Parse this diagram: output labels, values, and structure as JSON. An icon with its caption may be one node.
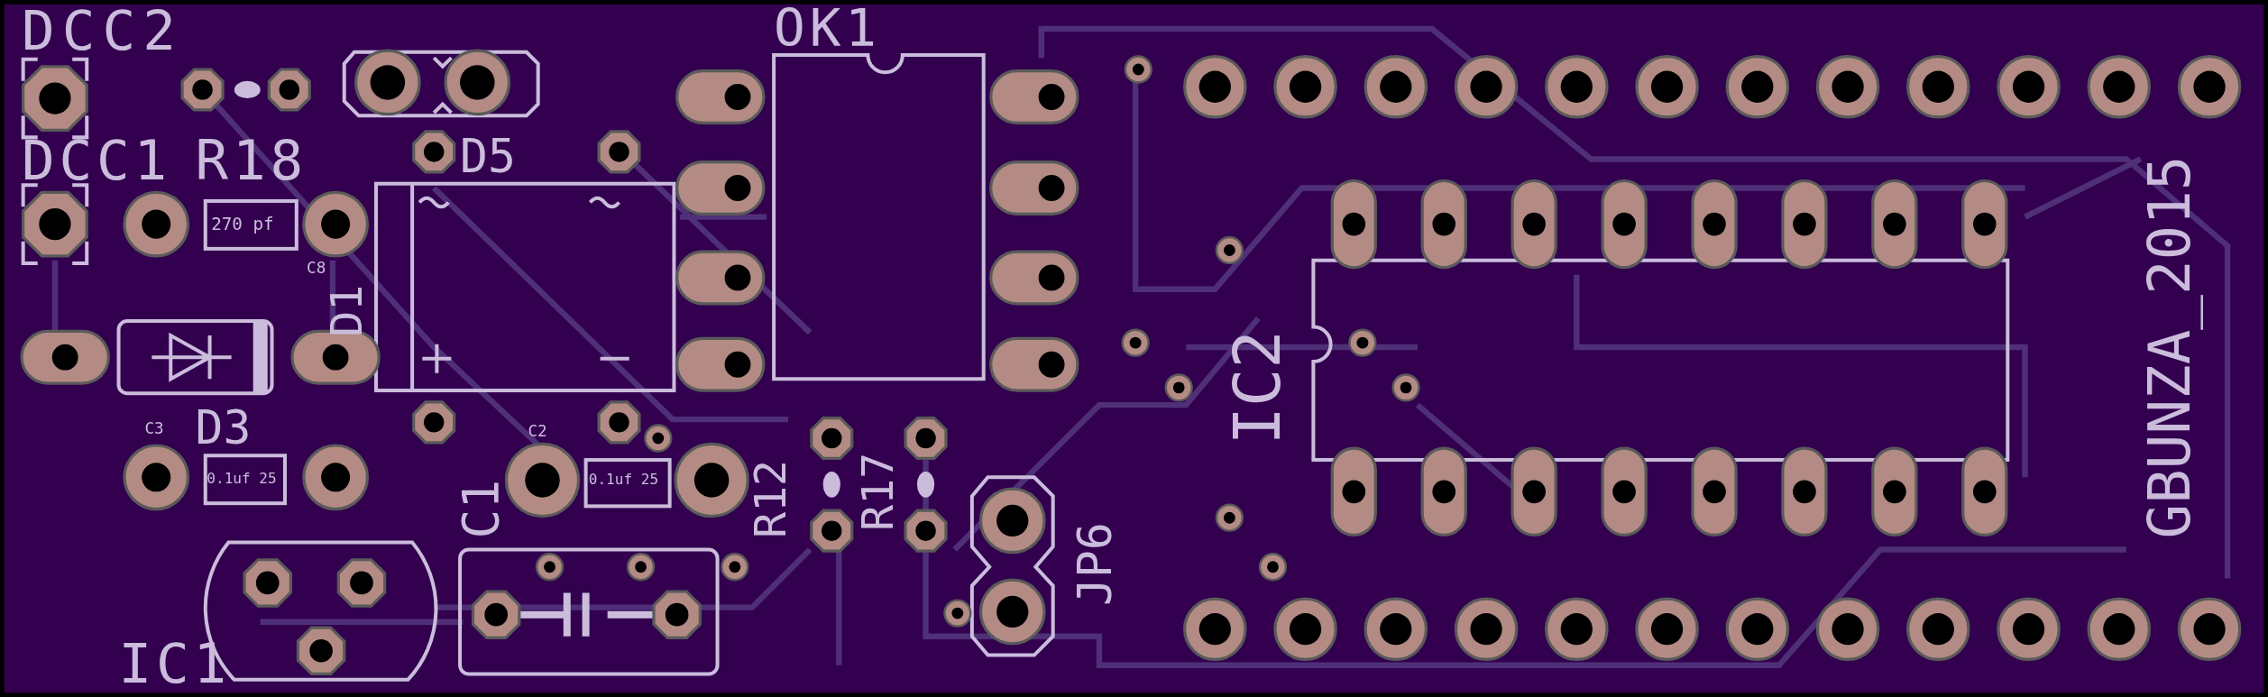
{
  "diagram": {
    "labels": [
      "DCC2",
      "DCC1",
      "R18",
      "270 pf",
      "C8",
      "D1",
      "D5",
      "OK1",
      "IC2",
      "GBUNZA_2015",
      "C3",
      "D3",
      "0.1uf 25",
      "C2",
      "0.1uf 25",
      "C1",
      "R12",
      "R17",
      "JP6",
      "IC1"
    ]
  }
}
